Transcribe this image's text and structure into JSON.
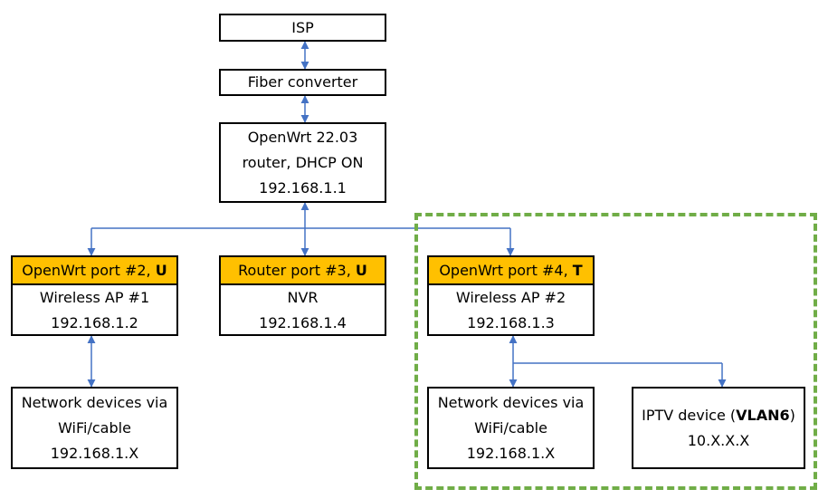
{
  "colors": {
    "header_fill": "#ffc000",
    "arrow": "#4472c4",
    "vlan_group_border": "#70ad47"
  },
  "nodes": {
    "isp": {
      "label": "ISP"
    },
    "fiber": {
      "label": "Fiber converter"
    },
    "router": {
      "line1": "OpenWrt 22.03",
      "line2": "router, DHCP ON",
      "line3": "192.168.1.1"
    },
    "ap1": {
      "header_text": "OpenWrt port #2, ",
      "header_tag": "U",
      "line1": "Wireless AP #1",
      "line2": "192.168.1.2"
    },
    "nvr": {
      "header_text": "Router port #3, ",
      "header_tag": "U",
      "line1": "NVR",
      "line2": "192.168.1.4"
    },
    "ap2": {
      "header_text": "OpenWrt port #4, ",
      "header_tag": "T",
      "line1": "Wireless AP #2",
      "line2": "192.168.1.3"
    },
    "devices1": {
      "line1": "Network devices via",
      "line2": "WiFi/cable",
      "line3": "192.168.1.X"
    },
    "devices2": {
      "line1": "Network devices via",
      "line2": "WiFi/cable",
      "line3": "192.168.1.X"
    },
    "iptv": {
      "line1_prefix": "IPTV device (",
      "line1_bold": "VLAN6",
      "line1_suffix": ")",
      "line2": "10.X.X.X"
    }
  }
}
